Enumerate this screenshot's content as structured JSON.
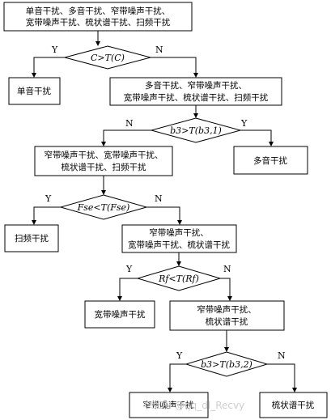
{
  "flowchart": {
    "start": {
      "line1": "单音干扰、多音干扰、窄带噪声干扰、",
      "line2": "宽带噪声干扰、梳状谱干扰、扫频干扰"
    },
    "decision1": {
      "text": "C>T(C)",
      "yes": "Y",
      "no": "N"
    },
    "result_single_tone": "单音干扰",
    "box2": {
      "line1": "多音干扰、窄带噪声干扰、",
      "line2": "宽带噪声干扰、梳状谱干扰、扫频干扰"
    },
    "decision2": {
      "text": "b3>T(b3,1)",
      "yes": "Y",
      "no": "N"
    },
    "result_multi_tone": "多音干扰",
    "box3": {
      "line1": "窄带噪声干扰、宽带噪声干扰、",
      "line2": "梳状谱干扰、扫频干扰"
    },
    "decision3": {
      "text": "Fse<T(Fse)",
      "yes": "Y",
      "no": "N"
    },
    "result_sweep": "扫频干扰",
    "box4": {
      "line1": "窄带噪声干扰、",
      "line2": "宽带噪声干扰、梳状谱干扰"
    },
    "decision4": {
      "text": "Rf<T(Rf)",
      "yes": "Y",
      "no": "N"
    },
    "result_wideband": "宽带噪声干扰",
    "box5": {
      "line1": "窄带噪声干扰、",
      "line2": "梳状谱干扰"
    },
    "decision5": {
      "text": "b3>T(b3,2)",
      "yes": "Y",
      "no": "N"
    },
    "result_narrowband": "窄带噪声干扰",
    "result_comb": "梳状谱干扰",
    "watermark": "CSDN @qq_dl_Recvy"
  }
}
